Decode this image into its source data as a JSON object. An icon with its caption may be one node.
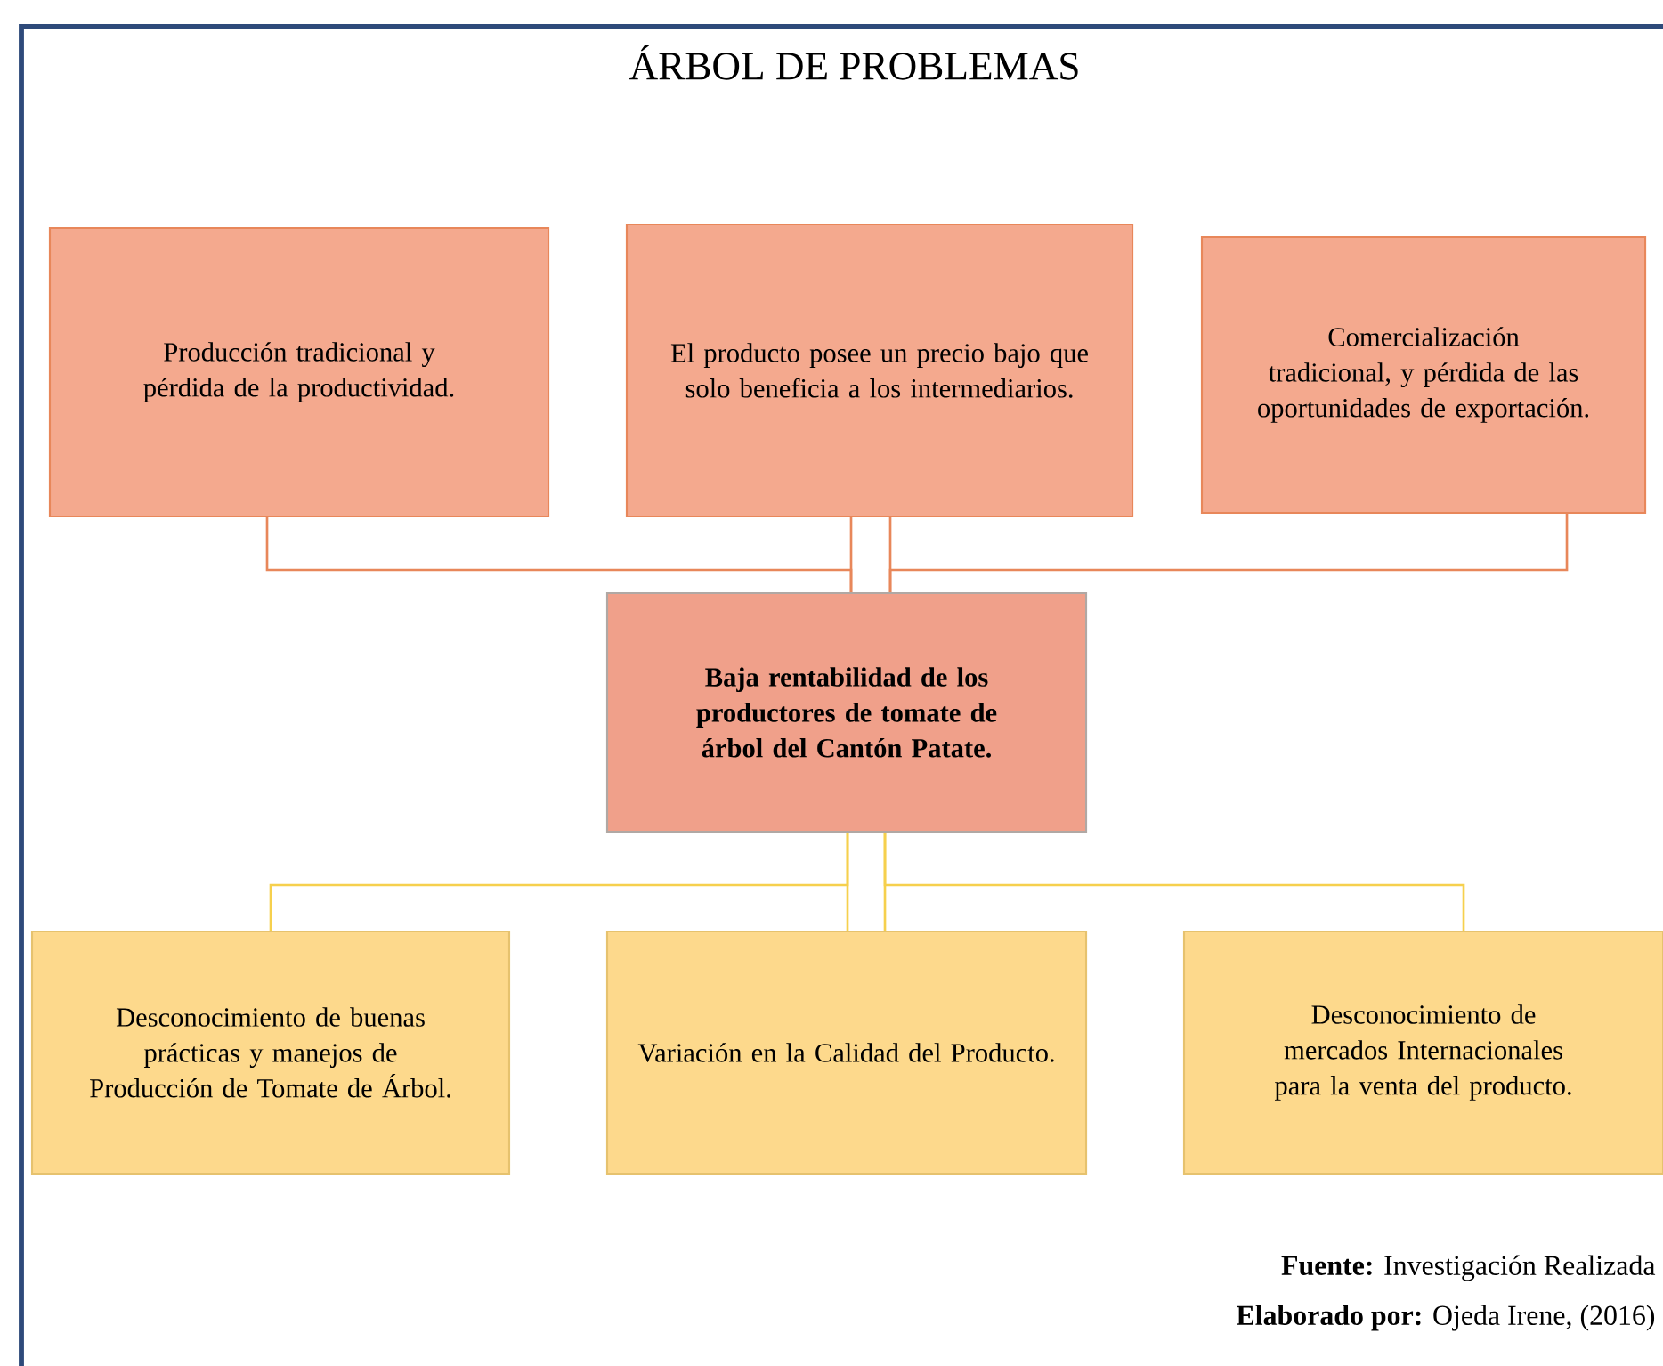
{
  "diagram": {
    "title": "ÁRBOL DE PROBLEMAS",
    "nodes": [
      {
        "text": [
          "Producción tradicional y pérdida de la productividad."
        ]
      },
      {
        "text": [
          "El producto posee un precio bajo que solo beneficia a los intermediarios."
        ]
      },
      {
        "text": [
          "Comercialización tradicional, y pérdida de las oportunidades de exportación."
        ]
      },
      {
        "text": [
          "Baja rentabilidad de los productores de tomate de árbol del Cantón Patate."
        ]
      },
      {
        "text": [
          "Desconocimiento de buenas prácticas y manejos de Producción de Tomate de Árbol."
        ]
      },
      {
        "text": [
          "Variación en la Calidad del Producto."
        ]
      },
      {
        "text": [
          "Desconocimiento de mercados Internacionales para la venta del producto."
        ]
      }
    ],
    "edges": [
      {
        "from": 0,
        "to": 3,
        "arrow": "none",
        "color": "#e8875a"
      },
      {
        "from": 1,
        "to": 3,
        "arrow": "none",
        "color": "#e8875a"
      },
      {
        "from": 2,
        "to": 3,
        "arrow": "none",
        "color": "#e8875a"
      },
      {
        "from": 3,
        "to": 4,
        "arrow": "none",
        "color": "#f6d04d"
      },
      {
        "from": 3,
        "to": 5,
        "arrow": "none",
        "color": "#f6d04d"
      },
      {
        "from": 3,
        "to": 6,
        "arrow": "none",
        "color": "#f6d04d"
      }
    ],
    "labels": [
      "**Fuente:** Investigación Realizada",
      "**Elaborado por:** Ojeda Irene, (2016)"
    ]
  }
}
